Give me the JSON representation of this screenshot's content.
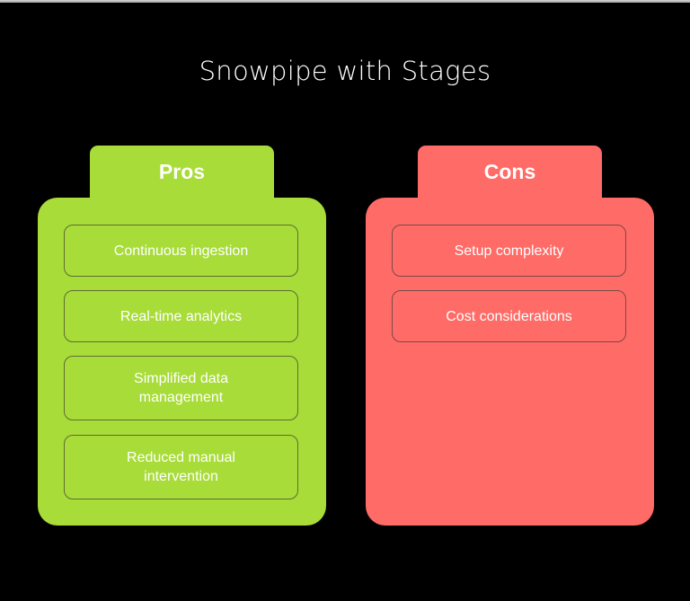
{
  "title": "Snowpipe with Stages",
  "colors": {
    "background": "#000000",
    "pros": "#a8dc38",
    "cons": "#ff6b66",
    "text": "#ffffff"
  },
  "pros": {
    "label": "Pros",
    "items": [
      "Continuous ingestion",
      "Real-time analytics",
      "Simplified data management",
      "Reduced manual intervention"
    ]
  },
  "cons": {
    "label": "Cons",
    "items": [
      "Setup complexity",
      "Cost considerations"
    ]
  }
}
